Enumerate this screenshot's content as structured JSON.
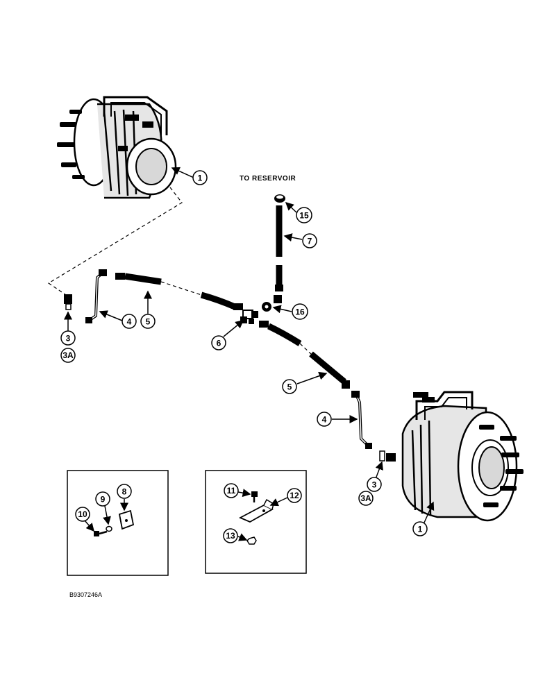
{
  "diagram": {
    "reservoir_label": "TO RESERVOIR",
    "reference_code": "B9307246A",
    "callouts": {
      "motor_left": "1",
      "motor_right": "1",
      "elbow_left": "3",
      "elbow_left_alt": "3A",
      "elbow_right": "3",
      "elbow_right_alt": "3A",
      "tube_left": "4",
      "tube_right": "4",
      "hose_left": "5",
      "hose_right": "5",
      "tee": "6",
      "reservoir_hose": "7",
      "block": "8",
      "washer": "9",
      "bolt_left": "10",
      "bolt_right": "11",
      "bracket": "12",
      "nut": "13",
      "cap": "15",
      "adapter": "16"
    }
  }
}
